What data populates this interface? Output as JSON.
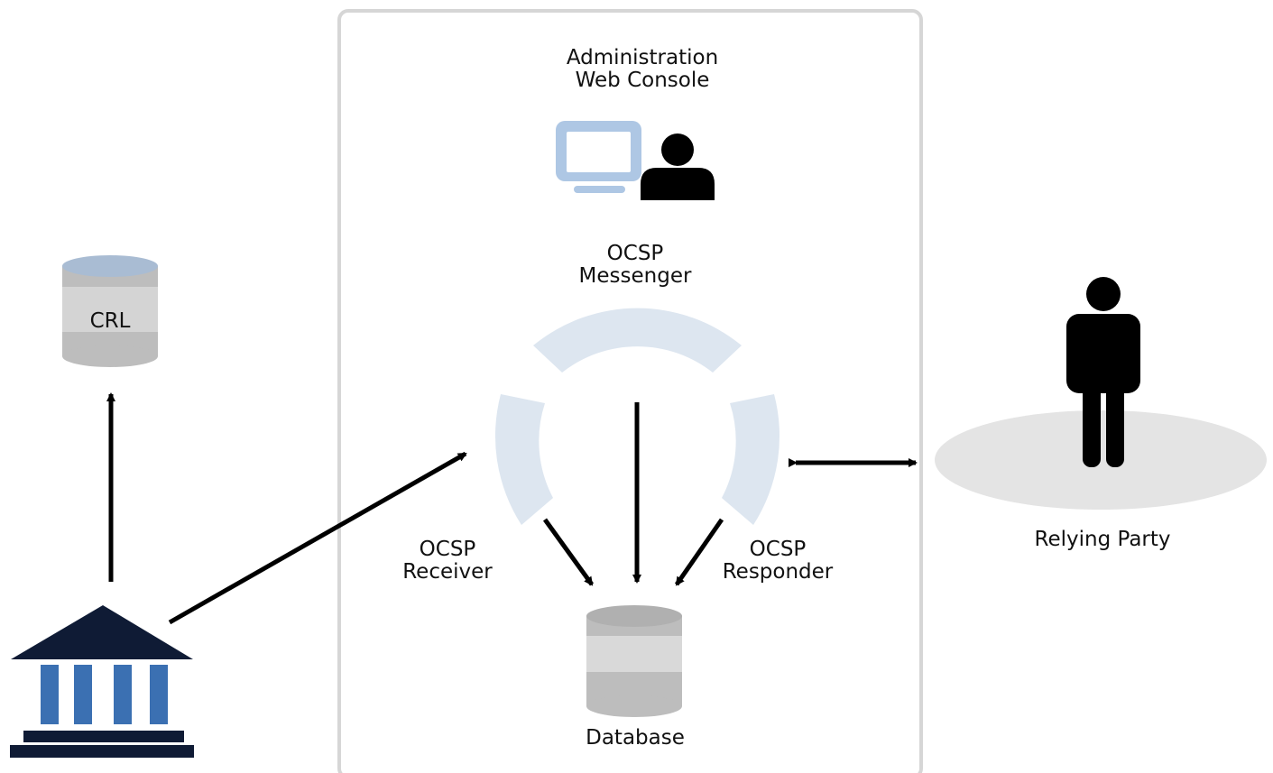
{
  "nodes": {
    "admin_console": {
      "line1": "Administration",
      "line2": "Web Console"
    },
    "messenger": {
      "line1": "OCSP",
      "line2": "Messenger"
    },
    "receiver": {
      "line1": "OCSP",
      "line2": "Receiver"
    },
    "responder": {
      "line1": "OCSP",
      "line2": "Responder"
    },
    "database": {
      "label": "Database"
    },
    "crl": {
      "label": "CRL"
    },
    "relying_party": {
      "label": "Relying Party"
    }
  },
  "icons": {
    "monitor": "monitor-icon",
    "admin_user": "admin-user-icon",
    "person": "person-icon",
    "bank": "certificate-authority-bank-icon",
    "crl_db": "crl-database-icon",
    "main_db": "database-icon"
  },
  "colors": {
    "box_border": "#d6d6d6",
    "ring": "#dde6f0",
    "monitor": "#aec7e4",
    "navy": "#0f1b35",
    "column_blue": "#3b70b2",
    "db_top": "#a9bcd3",
    "db_grey": "#b9b9b9",
    "platform": "#e4e4e4"
  }
}
